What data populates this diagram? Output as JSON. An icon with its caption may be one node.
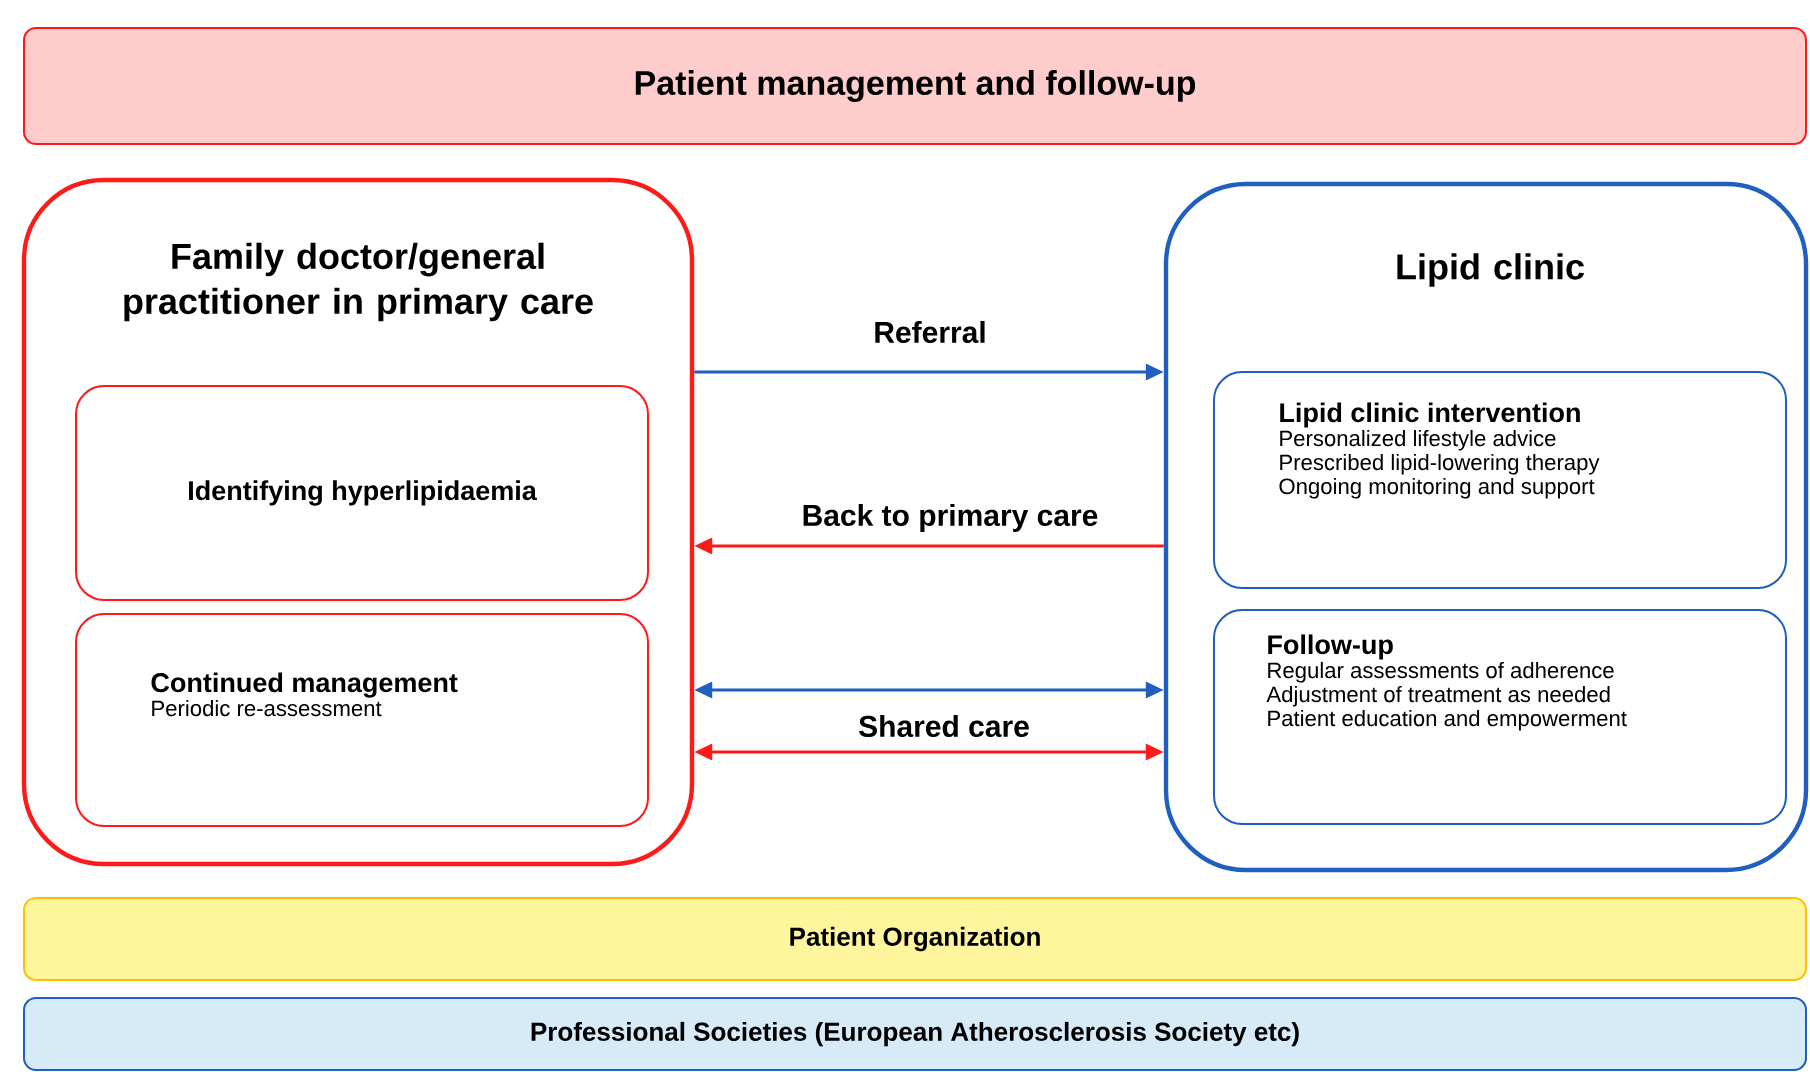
{
  "diagram": {
    "nodes": [
      {
        "text": [
          "Patient management and follow-up"
        ]
      },
      {
        "text": [
          "Family doctor/general practitioner in primary care"
        ]
      },
      {
        "text": [
          "Identifying hyperlipidaemia"
        ],
        "in": 1
      },
      {
        "text": [
          "Continued management",
          "Periodic re-assessment"
        ],
        "in": 1
      },
      {
        "text": [
          "Lipid clinic"
        ]
      },
      {
        "text": [
          "Lipid clinic intervention",
          "Personalized lifestyle advice",
          "Prescribed lipid-lowering therapy",
          "Ongoing monitoring and support"
        ],
        "in": 4
      },
      {
        "text": [
          "Follow-up",
          "Regular assessments of adherence",
          "Adjustment of treatment as needed",
          "Patient education and empowerment"
        ],
        "in": 4
      },
      {
        "text": [
          "Patient Organization"
        ]
      },
      {
        "text": [
          "Professional Societies (European Atherosclerosis Society etc)"
        ]
      }
    ],
    "edges": [
      {
        "from": 1,
        "to": 4,
        "arrow": "to",
        "label": "Referral",
        "color": "#1f5fbf"
      },
      {
        "from": 4,
        "to": 1,
        "arrow": "to",
        "label": "Back to primary care",
        "color": "#ff1a1a"
      },
      {
        "from": 1,
        "to": 4,
        "arrow": "both",
        "color": "#1f5fbf"
      },
      {
        "from": 1,
        "to": 4,
        "arrow": "both",
        "label": "Shared care",
        "color": "#ff1a1a"
      }
    ]
  }
}
